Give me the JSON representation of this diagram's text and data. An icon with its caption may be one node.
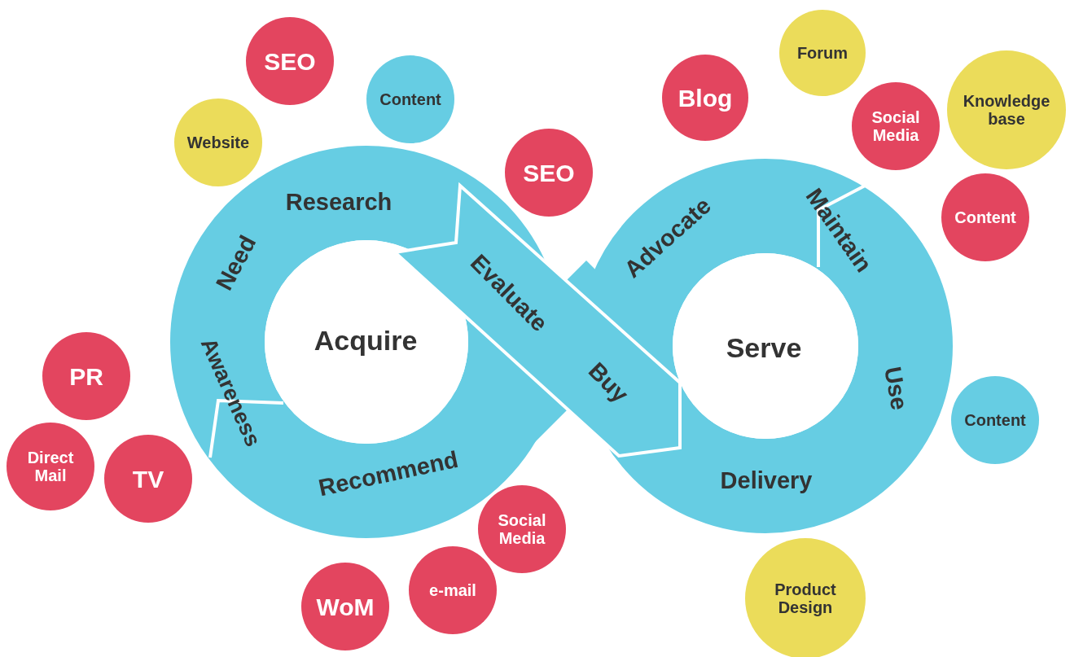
{
  "diagram": {
    "nodes": [
      {
        "text": [
          "SEO"
        ]
      },
      {
        "text": [
          "Forum"
        ]
      },
      {
        "text": [
          "Content"
        ]
      },
      {
        "text": [
          "Blog"
        ]
      },
      {
        "text": [
          "Social Media"
        ]
      },
      {
        "text": [
          "Knowledge base"
        ]
      },
      {
        "text": [
          "Website"
        ]
      },
      {
        "text": [
          "SEO"
        ]
      },
      {
        "text": [
          "Content"
        ]
      },
      {
        "text": [
          "PR"
        ]
      },
      {
        "text": [
          "Content"
        ]
      },
      {
        "text": [
          "Direct Mail"
        ]
      },
      {
        "text": [
          "TV"
        ]
      },
      {
        "text": [
          "Social Media"
        ]
      },
      {
        "text": [
          "e-mail"
        ]
      },
      {
        "text": [
          "WoM"
        ]
      },
      {
        "text": [
          "Product Design"
        ]
      }
    ],
    "edges": [],
    "labels": [
      "Research",
      "Need",
      "Evaluate",
      "Advocate",
      "Maintain",
      "Acquire",
      "Serve",
      "Awareness",
      "Buy",
      "Use",
      "Recommend",
      "Delivery"
    ]
  }
}
